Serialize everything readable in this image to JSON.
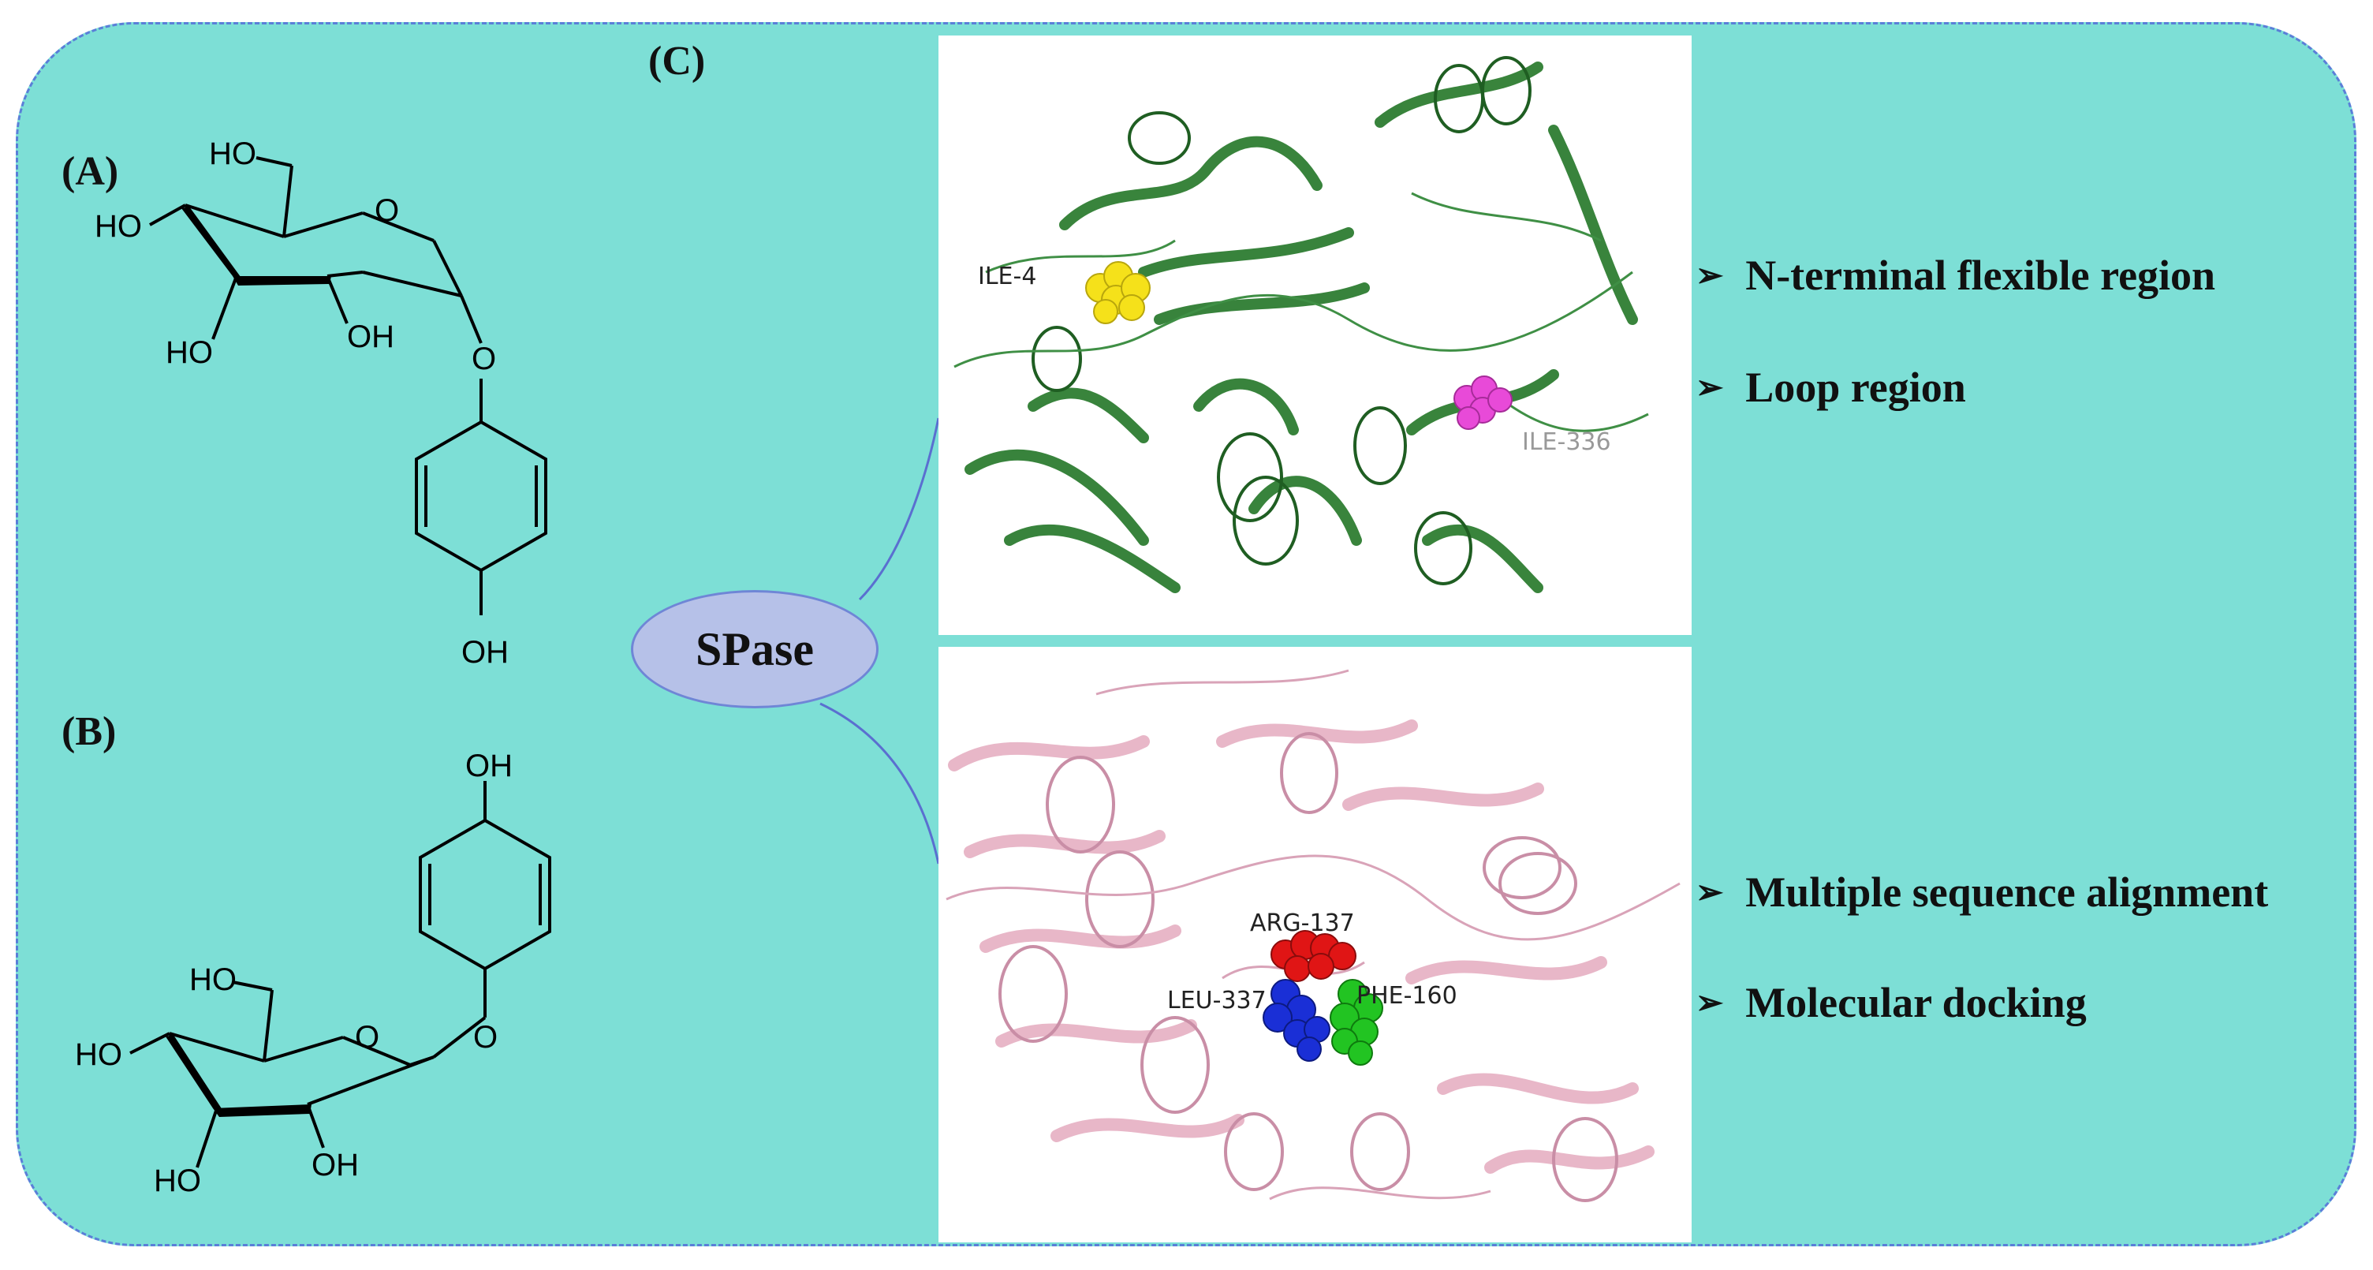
{
  "panels": {
    "a_label": "(A)",
    "b_label": "(B)",
    "c_label": "(C)"
  },
  "molecule_a": {
    "groups": [
      "HO",
      "HO",
      "OH",
      "HO",
      "O",
      "O",
      "OH"
    ]
  },
  "molecule_b": {
    "groups": [
      "OH",
      "HO",
      "HO",
      "O",
      "O",
      "OH",
      "HO"
    ]
  },
  "center_node": "SPase",
  "top_structure": {
    "residues": [
      "ILE-4",
      "ILE-336"
    ],
    "ribbon_color": "#2e7d32",
    "highlight_colors": [
      "#f5e11a",
      "#e84ad8"
    ]
  },
  "bottom_structure": {
    "residues": [
      "ARG-137",
      "LEU-337",
      "PHE-160"
    ],
    "ribbon_color": "#e8b7c8",
    "highlight_colors": [
      "#e01515",
      "#1a2fd6",
      "#22c422"
    ]
  },
  "bullets_top": [
    "N-terminal flexible region",
    "Loop region"
  ],
  "bullets_bottom": [
    "Multiple sequence alignment",
    "Molecular docking"
  ],
  "colors": {
    "background": "#7ddfd6",
    "border": "#5a7fd8",
    "node_fill": "#b6c1e8"
  }
}
